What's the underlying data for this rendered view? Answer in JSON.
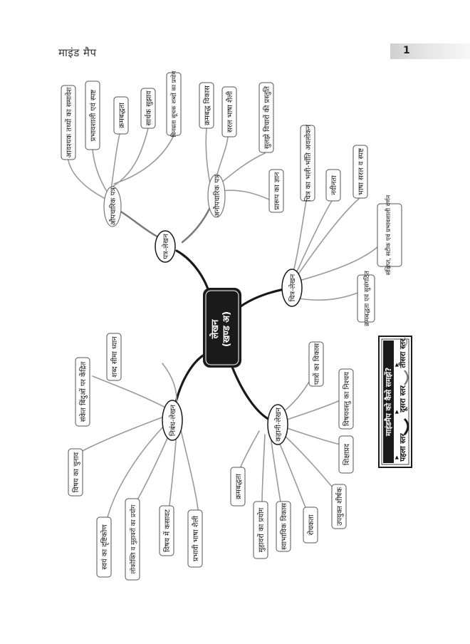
{
  "header": {
    "title": "माइंड मैप",
    "page_number": "1"
  },
  "center": {
    "line1": "लेखन",
    "line2": "(खण्ड अ)"
  },
  "branches": {
    "patra": {
      "label": "पत्र-लेखन",
      "aupcharik": {
        "label": "औपचारिक पत्र",
        "items": [
          "आवश्यक तथ्यों का समावेश",
          "प्रभावशाली एवं स्पष्ट",
          "क्रमबद्धता",
          "सार्थक सुझाव",
          "विनम्रता सूचक शब्दों का प्रयोग"
        ]
      },
      "anaupcharik": {
        "label": "अनौपचारिक पत्र",
        "items": [
          "क्रमबद्ध विकास",
          "सरल भाषा शैली",
          "सुलझे विचारों की प्रस्तुति",
          "प्रारूप का ज्ञान"
        ]
      }
    },
    "chitra": {
      "label": "चित्र-लेखन",
      "items": [
        "चित्र का भली-भाँति अवलोकन",
        "नवीनता",
        "भाषा सरल व स्पष्ट",
        "संक्षिप्त, सटीक एवं प्रभावशाली वर्णन",
        "क्रमबद्धता एवं सुसंगठित"
      ]
    },
    "kahani": {
      "label": "कहानी-लेखन",
      "items": [
        "पात्रों का विकास",
        "विषयवस्तु का निश्चय",
        "शिक्षाप्रद",
        "उपयुक्त शीर्षक",
        "रोचकता",
        "स्वाभाविक विकास",
        "मुहावरों का प्रयोग",
        "क्रमबद्धता"
      ]
    },
    "nibandh": {
      "label": "निबंध-लेखन",
      "items": [
        "शब्द सीमा ध्यान",
        "संकेत बिंदुओं पर केंद्रित",
        "विषय का चुनाव",
        "स्वयं का दृष्टिकोण",
        "लोकोक्ति व मुहावरों का प्रयोग",
        "विषय में कसावट",
        "प्रभावी भाषा शैली"
      ]
    }
  },
  "legend": {
    "title": "माइंडमैप को कैसे समझें?",
    "levels": [
      "पहला स्तर",
      "दूसरा स्तर",
      "तीसरा स्तर"
    ]
  },
  "colors": {
    "ink": "#1a1a1a",
    "tier2": "#777777",
    "tier3": "#9a9a9a",
    "center_fill": "#1a1a1a"
  }
}
